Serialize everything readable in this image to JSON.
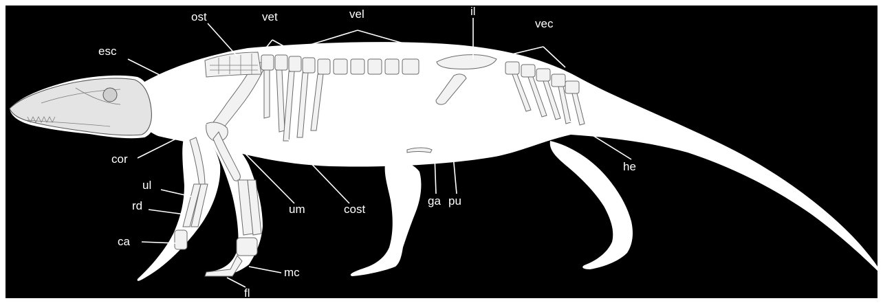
{
  "figure": {
    "background": "#000000",
    "silhouette_color": "#ffffff",
    "bone_color": "#e8e8e8"
  },
  "labels": {
    "ost": "ost",
    "vet": "vet",
    "vel": "vel",
    "il": "il",
    "vec": "vec",
    "esc": "esc",
    "cor": "cor",
    "ul": "ul",
    "rd": "rd",
    "ca": "ca",
    "um": "um",
    "cost": "cost",
    "ga": "ga",
    "pu": "pu",
    "he": "he",
    "mc": "mc",
    "fl": "fl"
  }
}
